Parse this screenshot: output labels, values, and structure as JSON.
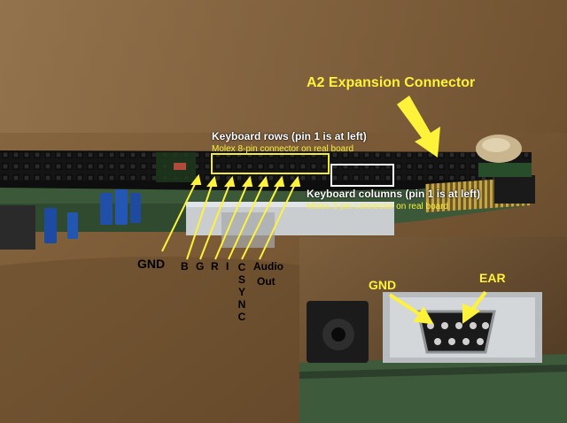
{
  "labels": {
    "a2_expansion": "A2 Expansion Connector",
    "kb_rows_title": "Keyboard rows (pin 1 is at left)",
    "kb_rows_sub": "Molex 8-pin connector on real board",
    "kb_cols_title": "Keyboard columns (pin 1 is at left)",
    "kb_cols_sub": "Molex 5-pin connector on real board",
    "gnd_main": "GND",
    "pin_b": "B",
    "pin_g": "G",
    "pin_r": "R",
    "pin_i": "I",
    "csync": [
      "C",
      "S",
      "Y",
      "N",
      "C"
    ],
    "audio_line1": "Audio",
    "audio_line2": "Out",
    "inset_gnd": "GND",
    "inset_ear": "EAR"
  },
  "colors": {
    "annotation_yellow": "#fff23a",
    "annotation_white": "#ffffff",
    "wood_background": "#7a5a36",
    "pcb_green": "#3d5a3a",
    "connector_black": "#111111"
  }
}
